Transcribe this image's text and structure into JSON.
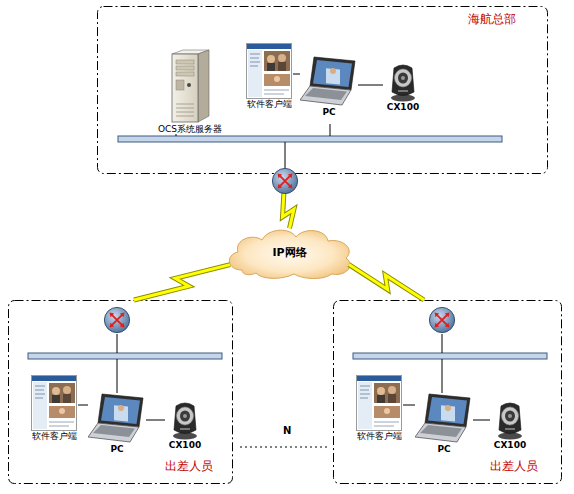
{
  "diagram": {
    "nodes": [
      {
        "text": [
          "海航总部"
        ]
      },
      {
        "text": [
          "OCS系统服务器"
        ],
        "in": 0
      },
      {
        "text": [
          "软件客户端"
        ],
        "in": 0
      },
      {
        "text": [
          "PC"
        ],
        "in": 0
      },
      {
        "text": [
          "CX100"
        ],
        "in": 0
      },
      {
        "text": [
          "IP网络"
        ]
      },
      {
        "text": [
          "出差人员"
        ]
      },
      {
        "text": [
          "软件客户端"
        ],
        "in": 6
      },
      {
        "text": [
          "PC"
        ],
        "in": 6
      },
      {
        "text": [
          "CX100"
        ],
        "in": 6
      },
      {
        "text": [
          "出差人员"
        ]
      },
      {
        "text": [
          "软件客户端"
        ],
        "in": 10
      },
      {
        "text": [
          "PC"
        ],
        "in": 10
      },
      {
        "text": [
          "CX100"
        ],
        "in": 10
      }
    ],
    "edges": [
      {
        "from": 2,
        "to": 3,
        "arrow": "none"
      },
      {
        "from": 3,
        "to": 4,
        "arrow": "none"
      },
      {
        "from": 0,
        "to": 5,
        "arrow": "none"
      },
      {
        "from": 6,
        "to": 5,
        "arrow": "none"
      },
      {
        "from": 10,
        "to": 5,
        "arrow": "none"
      },
      {
        "from": 7,
        "to": 8,
        "arrow": "none"
      },
      {
        "from": 8,
        "to": 9,
        "arrow": "none"
      },
      {
        "from": 11,
        "to": 12,
        "arrow": "none"
      },
      {
        "from": 12,
        "to": 13,
        "arrow": "none"
      }
    ],
    "labels": [
      "N"
    ]
  }
}
